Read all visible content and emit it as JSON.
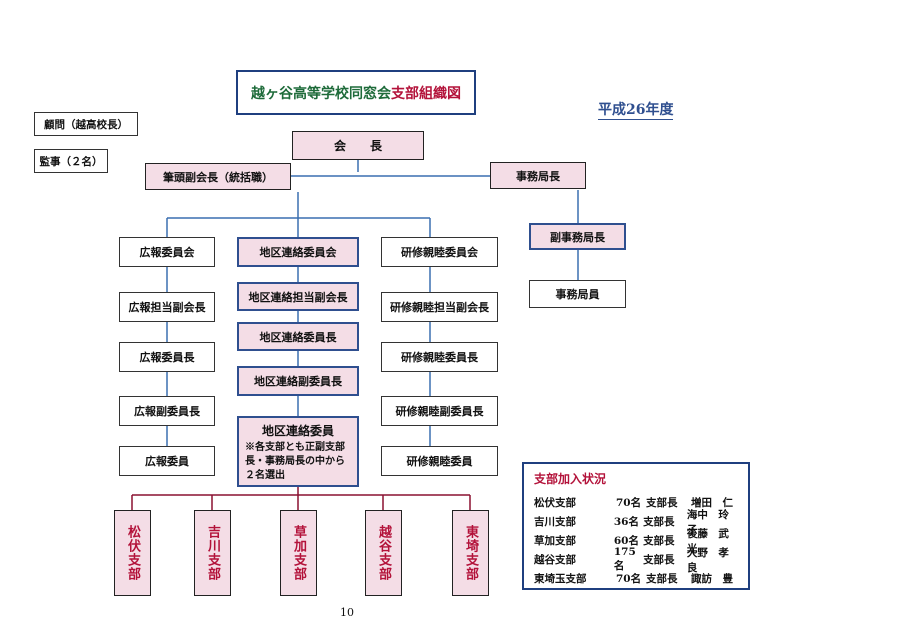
{
  "title": {
    "part1": "越ヶ谷高等学校同窓会",
    "part2": "支部組織図"
  },
  "year": "平成26年度",
  "advisor": "顧問（越高校長）",
  "auditor": "監事（２名）",
  "president": "会　　長",
  "vice_president_head": "筆頭副会長（統括職）",
  "secretary_general": "事務局長",
  "deputy_secretary": "副事務局長",
  "secretariat_member": "事務局員",
  "columns": {
    "pr": [
      "広報委員会",
      "広報担当副会長",
      "広報委員長",
      "広報副委員長",
      "広報委員"
    ],
    "liaison": [
      "地区連絡委員会",
      "地区連絡担当副会長",
      "地区連絡委員長",
      "地区連絡副委員長"
    ],
    "training": [
      "研修親睦委員会",
      "研修親睦担当副会長",
      "研修親睦委員長",
      "研修親睦副委員長",
      "研修親睦委員"
    ]
  },
  "liaison_member": {
    "title": "地区連絡委員",
    "note": "※各支部とも正副支部長・事務局長の中から２名選出"
  },
  "branches": [
    "松伏支部",
    "吉川支部",
    "草加支部",
    "越谷支部",
    "東埼支部"
  ],
  "legend": {
    "title": "支部加入状況",
    "rows": [
      {
        "branch": "松伏支部",
        "count": "70名",
        "role": "支部長",
        "name": "増田　仁"
      },
      {
        "branch": "吉川支部",
        "count": "36名",
        "role": "支部長",
        "name": "海中　玲子"
      },
      {
        "branch": "草加支部",
        "count": "60名",
        "role": "支部長",
        "name": "後藤　武光"
      },
      {
        "branch": "越谷支部",
        "count": "175名",
        "role": "支部長",
        "name": "大野　孝良"
      },
      {
        "branch": "東埼玉支部",
        "count": "70名",
        "role": "支部長",
        "name": "諏訪　豊"
      }
    ]
  },
  "page_number": "10"
}
